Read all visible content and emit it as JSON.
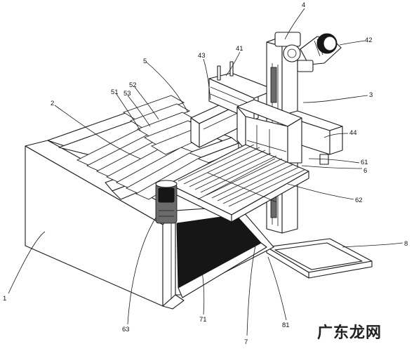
{
  "figure": {
    "callouts": {
      "c1": "1",
      "c2": "2",
      "c3": "3",
      "c4": "4",
      "c5": "5",
      "c6": "6",
      "c7": "7",
      "c8": "8",
      "c41": "41",
      "c42": "42",
      "c43": "43",
      "c44": "44",
      "c51": "51",
      "c52": "52",
      "c53": "53",
      "c61": "61",
      "c62": "62",
      "c63": "63",
      "c71": "71",
      "c81": "81"
    }
  },
  "watermark": "广东龙网"
}
